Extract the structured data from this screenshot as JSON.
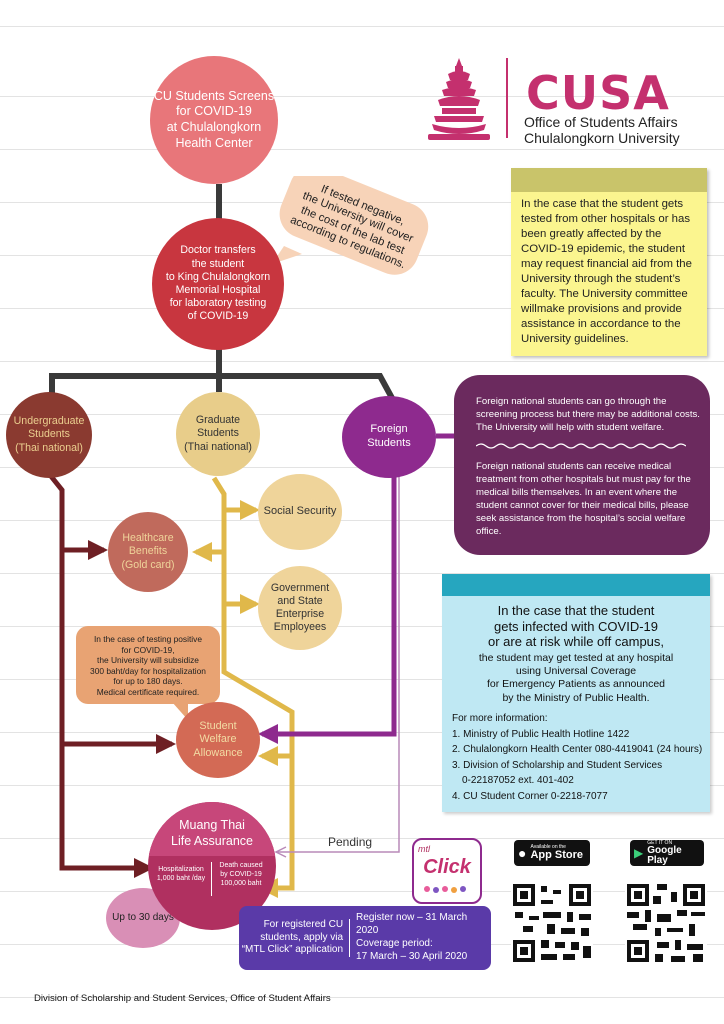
{
  "nodes": {
    "screens": [
      "CU Students Screens",
      "for COVID-19",
      "at Chulalongkorn",
      "Health Center"
    ],
    "doctor": [
      "Doctor transfers",
      "the student",
      "to King Chulalongkorn",
      "Memorial Hospital",
      "for laboratory testing",
      "of COVID-19"
    ],
    "undergrad": [
      "Undergraduate",
      "Students",
      "(Thai national)"
    ],
    "graduate": [
      "Graduate",
      "Students",
      "(Thai national)"
    ],
    "foreign": [
      "Foreign",
      "Students"
    ],
    "social_security": "Social Security",
    "healthcare": [
      "Healthcare",
      "Benefits",
      "(Gold card)"
    ],
    "government": [
      "Government",
      "and State",
      "Enterprise",
      "Employees"
    ],
    "welfare": [
      "Student",
      "Welfare",
      "Allowance"
    ],
    "muang_thai": [
      "Muang Thai",
      "Life Assurance"
    ],
    "hosp_left": [
      "Hospitalization",
      "1,000 baht /day"
    ],
    "hosp_right": [
      "Death caused",
      "by COVID-19",
      "100,000 baht"
    ],
    "up_to": "Up to 30 days"
  },
  "negative_bubble": [
    "If tested negative,",
    "the University will cover",
    "the cost of the lab test",
    "according to regulations."
  ],
  "positive_bubble": [
    "In the case of testing positive",
    "for COVID-19,",
    "the University will subsidize",
    "300 baht/day for hospitalization",
    "for up to 180 days.",
    "Medical certificate required."
  ],
  "pending_label": "Pending",
  "yellow_note": "In the case that the student gets tested from other hospitals or has been greatly affected by the COVID-19 epidemic, the student may request financial aid from the University through the student’s faculty. The University committee willmake provisions and provide assistance in accordance to the University guidelines.",
  "foreign_box": {
    "p1": "Foreign national students can go through the screening process but there may be additional costs. The University will help with student welfare.",
    "p2": "Foreign national students can receive medical treatment from other hospitals but must pay for the medical bills themselves. In an event where the student cannot cover for their medical bills, please seek assistance from the hospital’s social welfare office."
  },
  "blue_box": {
    "title": [
      "In the case that the student",
      "gets infected with COVID-19",
      "or are at risk while off campus,"
    ],
    "body": [
      "the student may get tested at any hospital",
      "using Universal Coverage",
      "for Emergency Patients as announced",
      "by the Ministry of Public Health."
    ],
    "more": "For more information:",
    "items": [
      "1. Ministry of Public Health Hotline 1422",
      "2. Chulalongkorn Health Center 080-4419041 (24 hours)",
      "3. Division of Scholarship and Student Services",
      "    0-22187052 ext. 401-402",
      "4. CU Student Corner 0-2218-7077"
    ]
  },
  "mtl": {
    "left": [
      "For registered CU",
      "students, apply via",
      "“MTL Click” application"
    ],
    "right": [
      "Register now – 31 March 2020",
      "Coverage period:",
      "17 March – 30 April 2020"
    ],
    "logo_small": "mtl",
    "logo_big": "Click"
  },
  "stores": {
    "apple_small": "Available on the",
    "apple_big": "App Store",
    "google_small": "GET IT ON",
    "google_big": "Google Play"
  },
  "logo": {
    "name": "CUSA",
    "line1": "Office of Students Affairs",
    "line2": "Chulalongkorn University"
  },
  "footer": "Division of Scholarship and Student Services, Office of Student Affairs",
  "colors": {
    "pink": "#e8767a",
    "red": "#c8363f",
    "maroon": "#7a2a2a",
    "tan": "#e8cd8a",
    "purple": "#8e2a8e",
    "welfare": "#d36a55",
    "mtl": "#b03060",
    "gold_line": "#e0b84a",
    "dark_line": "#3a3a3a"
  }
}
